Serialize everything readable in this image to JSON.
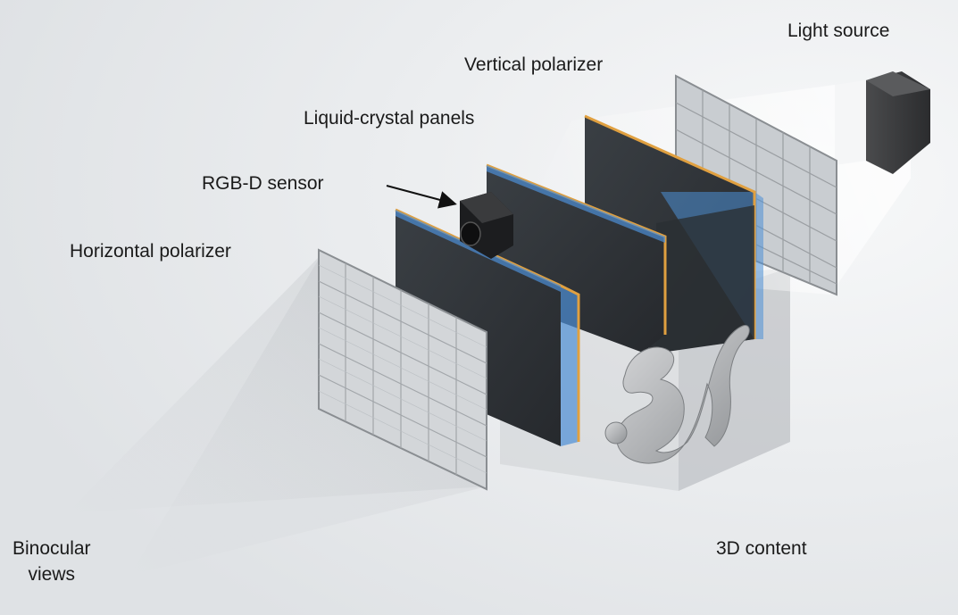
{
  "labels": {
    "light_source": "Light source",
    "vertical_polarizer": "Vertical polarizer",
    "liquid_crystal_panels": "Liquid-crystal panels",
    "rgbd_sensor": "RGB-D sensor",
    "horizontal_polarizer": "Horizontal polarizer",
    "binocular_line1": "Binocular",
    "binocular_line2": "views",
    "content_3d": "3D content"
  },
  "colors": {
    "background": "#e9ebed",
    "panel_body": "#2e3236",
    "panel_frame_blue": "#4d8fd6",
    "panel_edge_orange": "#e0a040",
    "polarizer_grid": "#b8bcc0",
    "polarizer_frame": "#8a8e92",
    "sensor_body": "#1c1d1f",
    "light_box": "#3a3b3d",
    "light_beam": "#ffffff",
    "text": "#1a1a1a"
  },
  "components": {
    "liquid_crystal_panel_count": 3,
    "polarizer_count": 2
  }
}
